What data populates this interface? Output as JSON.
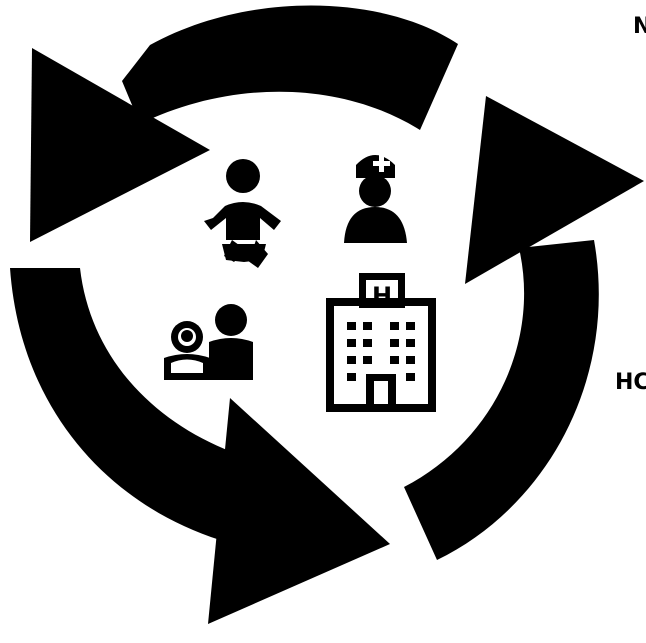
{
  "diagram": {
    "type": "cycle",
    "arrow_count": 3,
    "icons": [
      {
        "name": "baby-icon"
      },
      {
        "name": "nurse-icon"
      },
      {
        "name": "parents-icon"
      },
      {
        "name": "hospital-icon"
      }
    ],
    "hospital_sign": "H",
    "edge_labels": {
      "top": "N",
      "right": "HC"
    },
    "colors": {
      "foreground": "#000000",
      "background": "#ffffff"
    }
  }
}
